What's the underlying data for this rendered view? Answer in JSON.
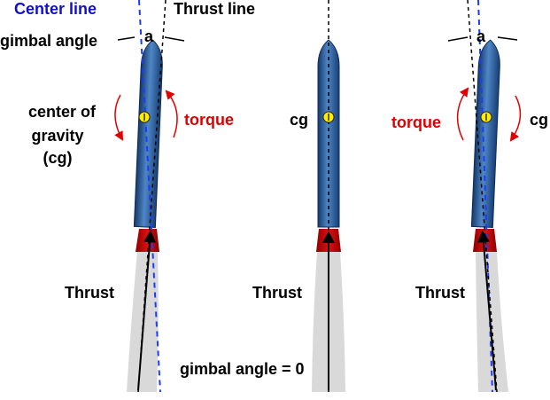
{
  "labels": {
    "center_line": "Center line",
    "thrust_line": "Thrust line",
    "gimbal_angle": "gimbal angle",
    "angle_symbol": "a",
    "cog_line1": "center of",
    "cog_line2": "gravity",
    "cog_line3": "(cg)",
    "torque": "torque",
    "cg": "cg",
    "thrust": "Thrust",
    "gimbal_zero": "gimbal angle = 0"
  },
  "colors": {
    "rocket_body": "#2b5f9e",
    "nozzle": "#cc0000",
    "plume": "#d9d9d9",
    "center_line": "#1a3cff",
    "torque": "#e00000",
    "cg_marker": "#ffee00"
  },
  "rockets": [
    {
      "id": "left",
      "gimbal": "positive",
      "torque_direction": "counter-clockwise"
    },
    {
      "id": "center",
      "gimbal": "zero",
      "torque_direction": "none"
    },
    {
      "id": "right",
      "gimbal": "negative",
      "torque_direction": "clockwise"
    }
  ]
}
